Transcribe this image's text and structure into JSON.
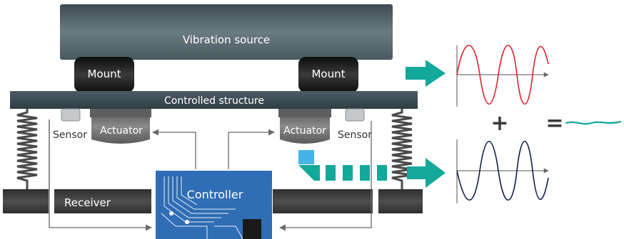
{
  "labels": {
    "vibration_source": "Vibration source",
    "mount_left": "Mount",
    "mount_right": "Mount",
    "controlled_structure": "Controlled structure",
    "sensor_left": "Sensor",
    "sensor_right": "Sensor",
    "actuator_left": "Actuator",
    "actuator_right": "Actuator",
    "controller": "Controller",
    "receiver": "Receiver",
    "plus": "+",
    "equals": "="
  },
  "colors": {
    "vibration_source": "#5b6b72",
    "mount": "#1e1e1e",
    "structure": "#3a4a52",
    "actuator": "#6d6d6d",
    "sensor": "#c4c8cb",
    "spring": "#4a4a4a",
    "controller": "#2f6db5",
    "receiver": "#4a4a4a",
    "arrow_green": "#12a89a",
    "signal_red": "#e0242c",
    "signal_navy": "#0f1f4d",
    "signal_result": "#12a89a",
    "signal_chip": "#46b4e6",
    "flow_line": "#6a6a6a"
  },
  "icons": {
    "big_arrow": "green-right-arrow",
    "wave_primary": "sine-wave",
    "wave_anti": "inverted-sine-wave",
    "wave_result": "flat-wave"
  }
}
